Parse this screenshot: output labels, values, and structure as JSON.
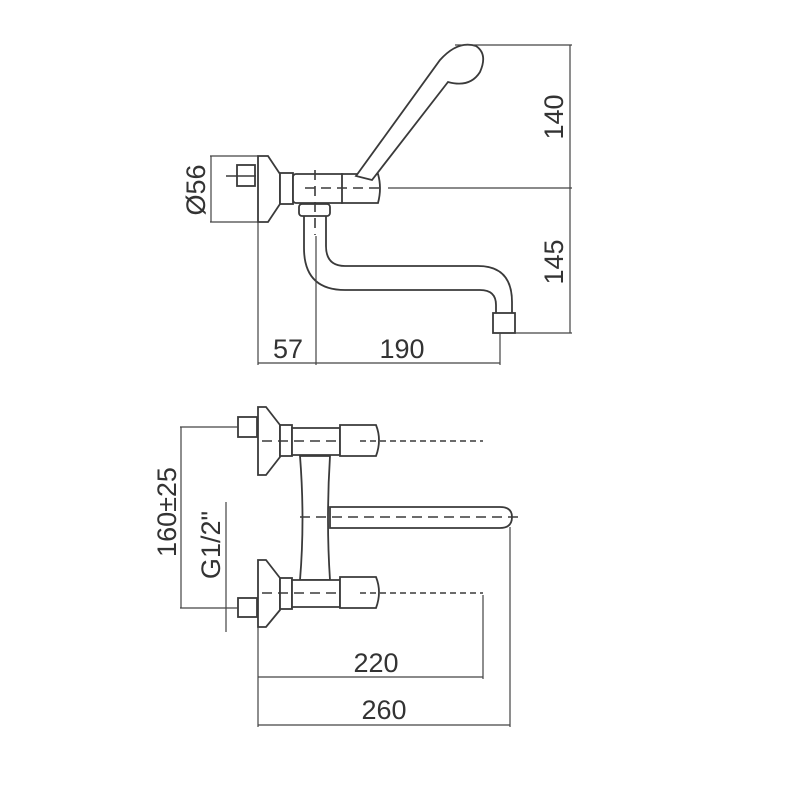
{
  "side_view": {
    "dimensions": {
      "diameter": "Ø56",
      "lever_height": "140",
      "spout_drop": "145",
      "wall_to_axis": "57",
      "spout_reach": "190"
    }
  },
  "top_view": {
    "dimensions": {
      "inlet_spacing": "160±25",
      "thread": "G1/2\"",
      "lever_reach": "220",
      "overall_length": "260"
    }
  },
  "colors": {
    "line": "#3a3a3a",
    "background": "#ffffff"
  }
}
